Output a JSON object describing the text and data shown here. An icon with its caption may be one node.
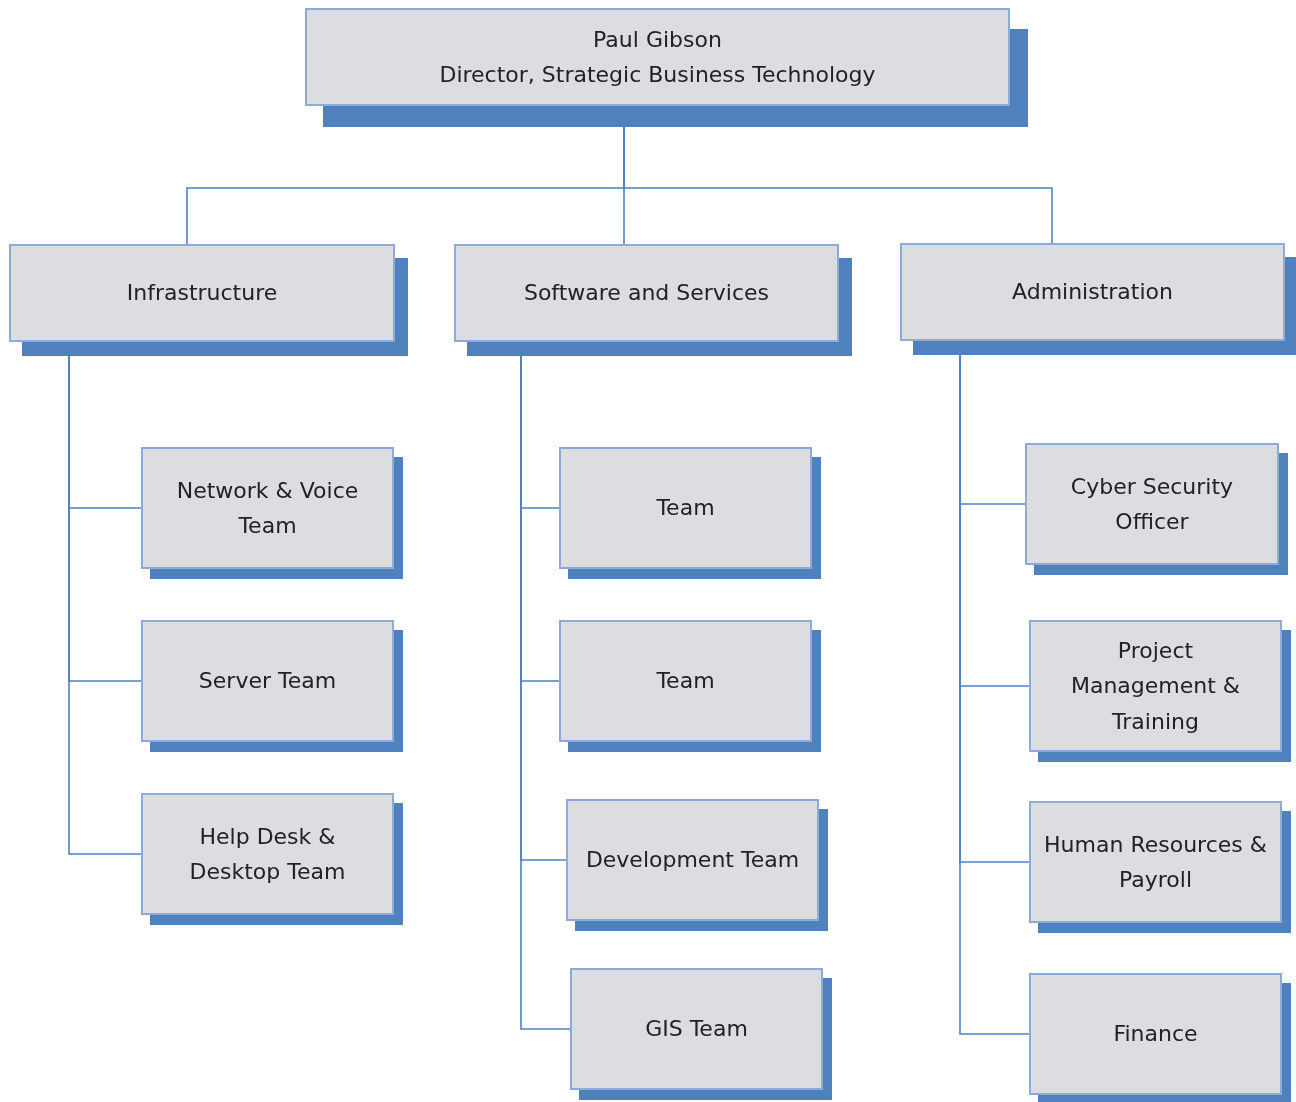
{
  "diagram": {
    "nodes": [
      {
        "text": [
          "Paul Gibson",
          "Director, Strategic Business Technology"
        ]
      },
      {
        "text": [
          "Infrastructure"
        ]
      },
      {
        "text": [
          "Software and Services"
        ]
      },
      {
        "text": [
          "Administration"
        ]
      },
      {
        "text": [
          "Network & Voice Team"
        ]
      },
      {
        "text": [
          "Server Team"
        ]
      },
      {
        "text": [
          "Help Desk & Desktop Team"
        ]
      },
      {
        "text": [
          "Team"
        ]
      },
      {
        "text": [
          "Team"
        ]
      },
      {
        "text": [
          "Development Team"
        ]
      },
      {
        "text": [
          "GIS Team"
        ]
      },
      {
        "text": [
          "Cyber Security Officer"
        ]
      },
      {
        "text": [
          "Project Management & Training"
        ]
      },
      {
        "text": [
          "Human Resources & Payroll"
        ]
      },
      {
        "text": [
          "Finance"
        ]
      }
    ],
    "edges": [
      {
        "from": 0,
        "to": 1,
        "arrow": "none"
      },
      {
        "from": 0,
        "to": 2,
        "arrow": "none"
      },
      {
        "from": 0,
        "to": 3,
        "arrow": "none"
      },
      {
        "from": 1,
        "to": 4,
        "arrow": "none"
      },
      {
        "from": 1,
        "to": 5,
        "arrow": "none"
      },
      {
        "from": 1,
        "to": 6,
        "arrow": "none"
      },
      {
        "from": 2,
        "to": 7,
        "arrow": "none"
      },
      {
        "from": 2,
        "to": 8,
        "arrow": "none"
      },
      {
        "from": 2,
        "to": 9,
        "arrow": "none"
      },
      {
        "from": 2,
        "to": 10,
        "arrow": "none"
      },
      {
        "from": 3,
        "to": 11,
        "arrow": "none"
      },
      {
        "from": 3,
        "to": 12,
        "arrow": "none"
      },
      {
        "from": 3,
        "to": 13,
        "arrow": "none"
      },
      {
        "from": 3,
        "to": 14,
        "arrow": "none"
      }
    ]
  }
}
